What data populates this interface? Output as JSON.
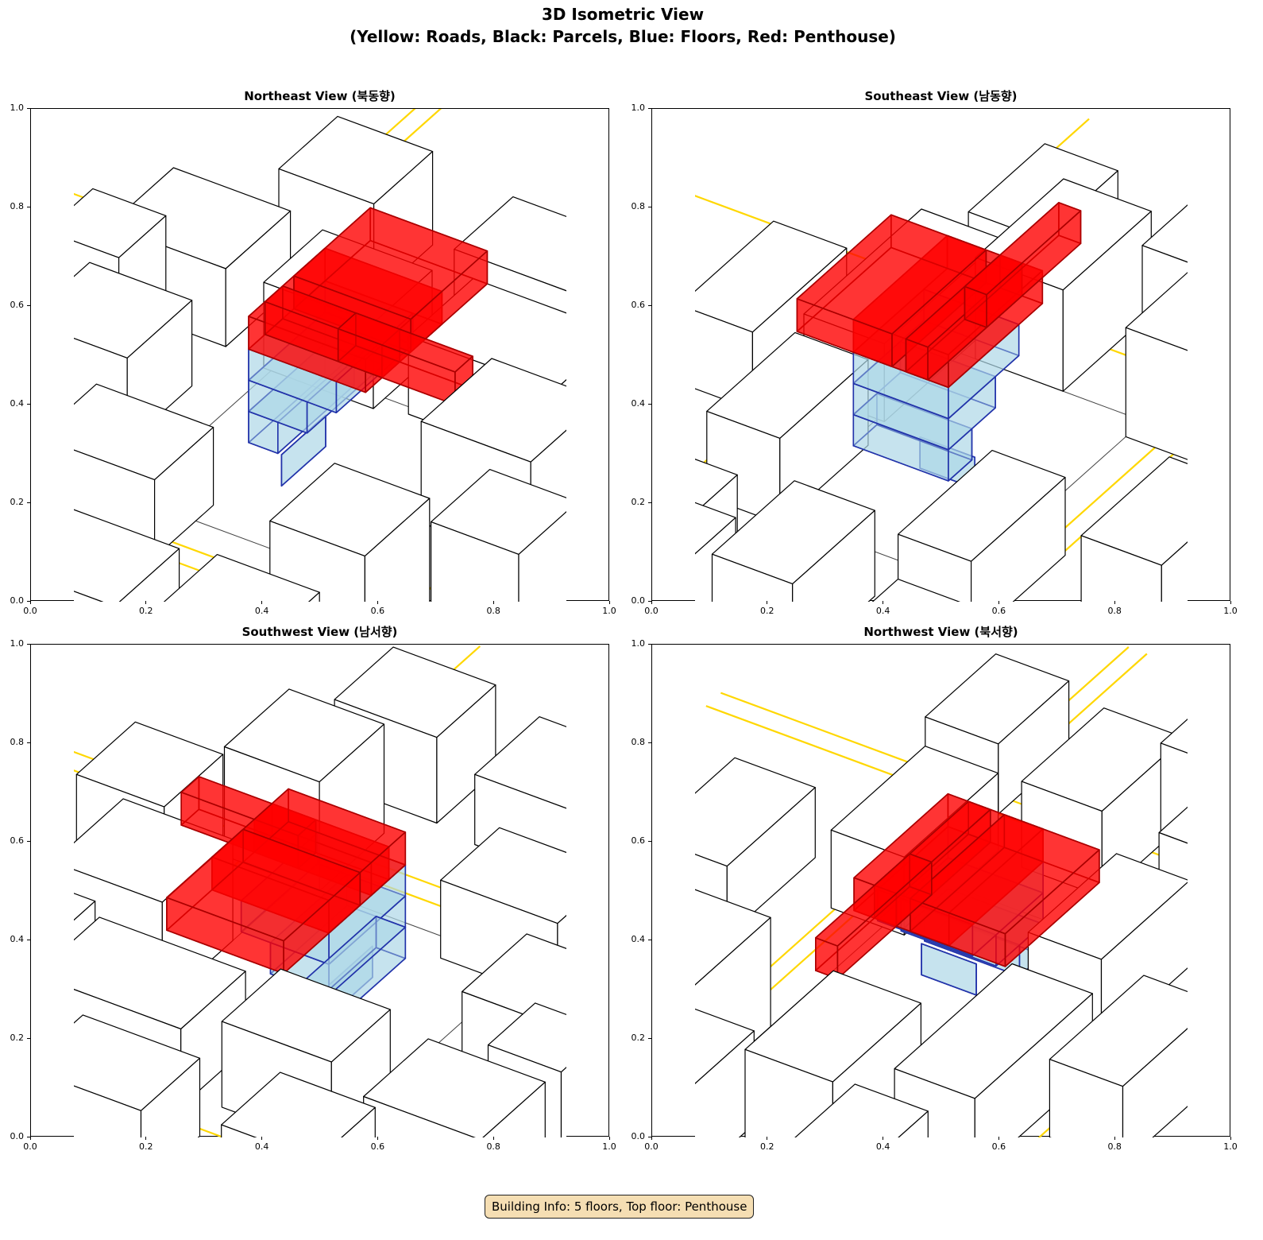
{
  "figure": {
    "title": "3D Isometric View",
    "subtitle": "(Yellow: Roads, Black: Parcels, Blue: Floors, Red: Penthouse)"
  },
  "chart_data": [
    {
      "type": "3d-isometric",
      "title": "Northeast View (북동향)",
      "view": "northeast",
      "xlim": [
        0,
        1
      ],
      "ylim": [
        0,
        1
      ],
      "xticks": [
        "0.0",
        "0.2",
        "0.4",
        "0.6",
        "0.8",
        "1.0"
      ],
      "yticks": [
        "0.0",
        "0.2",
        "0.4",
        "0.6",
        "0.8",
        "1.0"
      ]
    },
    {
      "type": "3d-isometric",
      "title": "Southeast View (남동향)",
      "view": "southeast",
      "xlim": [
        0,
        1
      ],
      "ylim": [
        0,
        1
      ],
      "xticks": [
        "0.0",
        "0.2",
        "0.4",
        "0.6",
        "0.8",
        "1.0"
      ],
      "yticks": [
        "0.0",
        "0.2",
        "0.4",
        "0.6",
        "0.8",
        "1.0"
      ]
    },
    {
      "type": "3d-isometric",
      "title": "Southwest View (남서향)",
      "view": "southwest",
      "xlim": [
        0,
        1
      ],
      "ylim": [
        0,
        1
      ],
      "xticks": [
        "0.0",
        "0.2",
        "0.4",
        "0.6",
        "0.8",
        "1.0"
      ],
      "yticks": [
        "0.0",
        "0.2",
        "0.4",
        "0.6",
        "0.8",
        "1.0"
      ]
    },
    {
      "type": "3d-isometric",
      "title": "Northwest View (북서향)",
      "view": "northwest",
      "xlim": [
        0,
        1
      ],
      "ylim": [
        0,
        1
      ],
      "xticks": [
        "0.0",
        "0.2",
        "0.4",
        "0.6",
        "0.8",
        "1.0"
      ],
      "yticks": [
        "0.0",
        "0.2",
        "0.4",
        "0.6",
        "0.8",
        "1.0"
      ]
    }
  ],
  "building": {
    "floors": 5,
    "top_floor": "Penthouse"
  },
  "colors": {
    "road": "#ffd700",
    "parcel": "#000000",
    "floor_fill": "#add8e6",
    "floor_edge": "#2233aa",
    "penthouse_fill": "#ff0000",
    "penthouse_edge": "#aa0000",
    "info_bg": "#f5deb3"
  },
  "info_box": "Building Info: 5 floors, Top floor: Penthouse"
}
